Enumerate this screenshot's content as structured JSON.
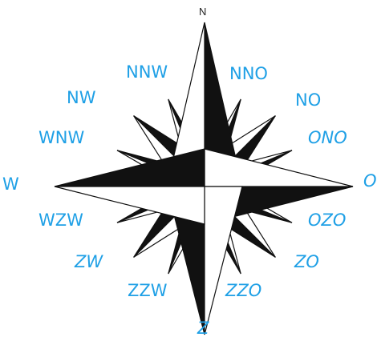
{
  "colors": {
    "label": "#1fa0e6",
    "north_label": "#222222",
    "ink": "#111111",
    "paper": "#ffffff"
  },
  "compass": {
    "labels": {
      "n": "N",
      "nno": "NNO",
      "no": "NO",
      "ono": "ONO",
      "o": "O",
      "ozo": "OZO",
      "zo": "ZO",
      "zzo": "ZZO",
      "z": "Z",
      "zzw": "ZZW",
      "zw": "ZW",
      "wzw": "WZW",
      "w": "W",
      "wnw": "WNW",
      "nw": "NW",
      "nnw": "NNW"
    }
  }
}
